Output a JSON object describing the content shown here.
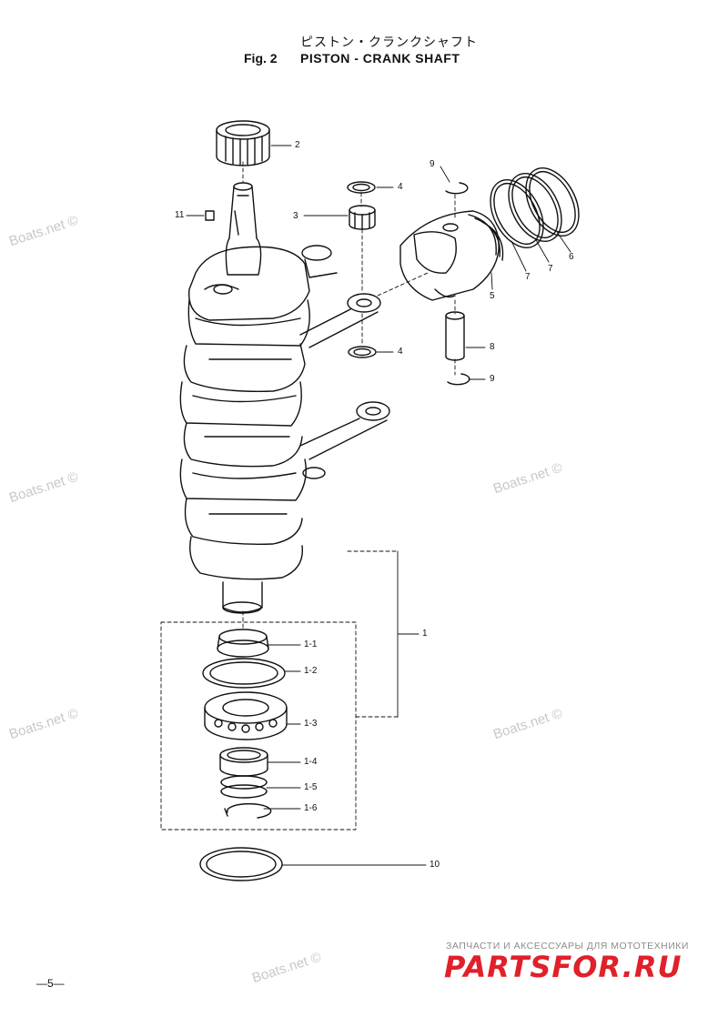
{
  "header": {
    "title_jp": "ピストン・クランクシャフト",
    "fig_label": "Fig. 2",
    "title_en": "PISTON - CRANK SHAFT"
  },
  "callouts": {
    "c2": "2",
    "c4a": "4",
    "c3": "3",
    "c11": "11",
    "c9a": "9",
    "c7a": "7",
    "c7b": "7",
    "c6": "6",
    "c5": "5",
    "c4b": "4",
    "c8": "8",
    "c9b": "9",
    "c1": "1",
    "c1_1": "1-1",
    "c1_2": "1-2",
    "c1_3": "1-3",
    "c1_4": "1-4",
    "c1_5": "1-5",
    "c1_6": "1-6",
    "c10": "10"
  },
  "watermarks": {
    "w1": "Boats.net ©",
    "w2": "Boats.net ©",
    "w3": "Boats.net ©",
    "w4": "Boats.net ©",
    "w5": "Boats.net ©",
    "w6": "Boats.net ©"
  },
  "footer": {
    "page_number": "—5—",
    "promo_tagline": "ЗАПЧАСТИ И АКСЕССУАРЫ ДЛЯ МОТОТЕХНИКИ",
    "promo_brand": "PARTSFOR.RU"
  },
  "colors": {
    "ink": "#111111",
    "watermark": "#c8c8c8",
    "brand_red": "#e0202a"
  }
}
